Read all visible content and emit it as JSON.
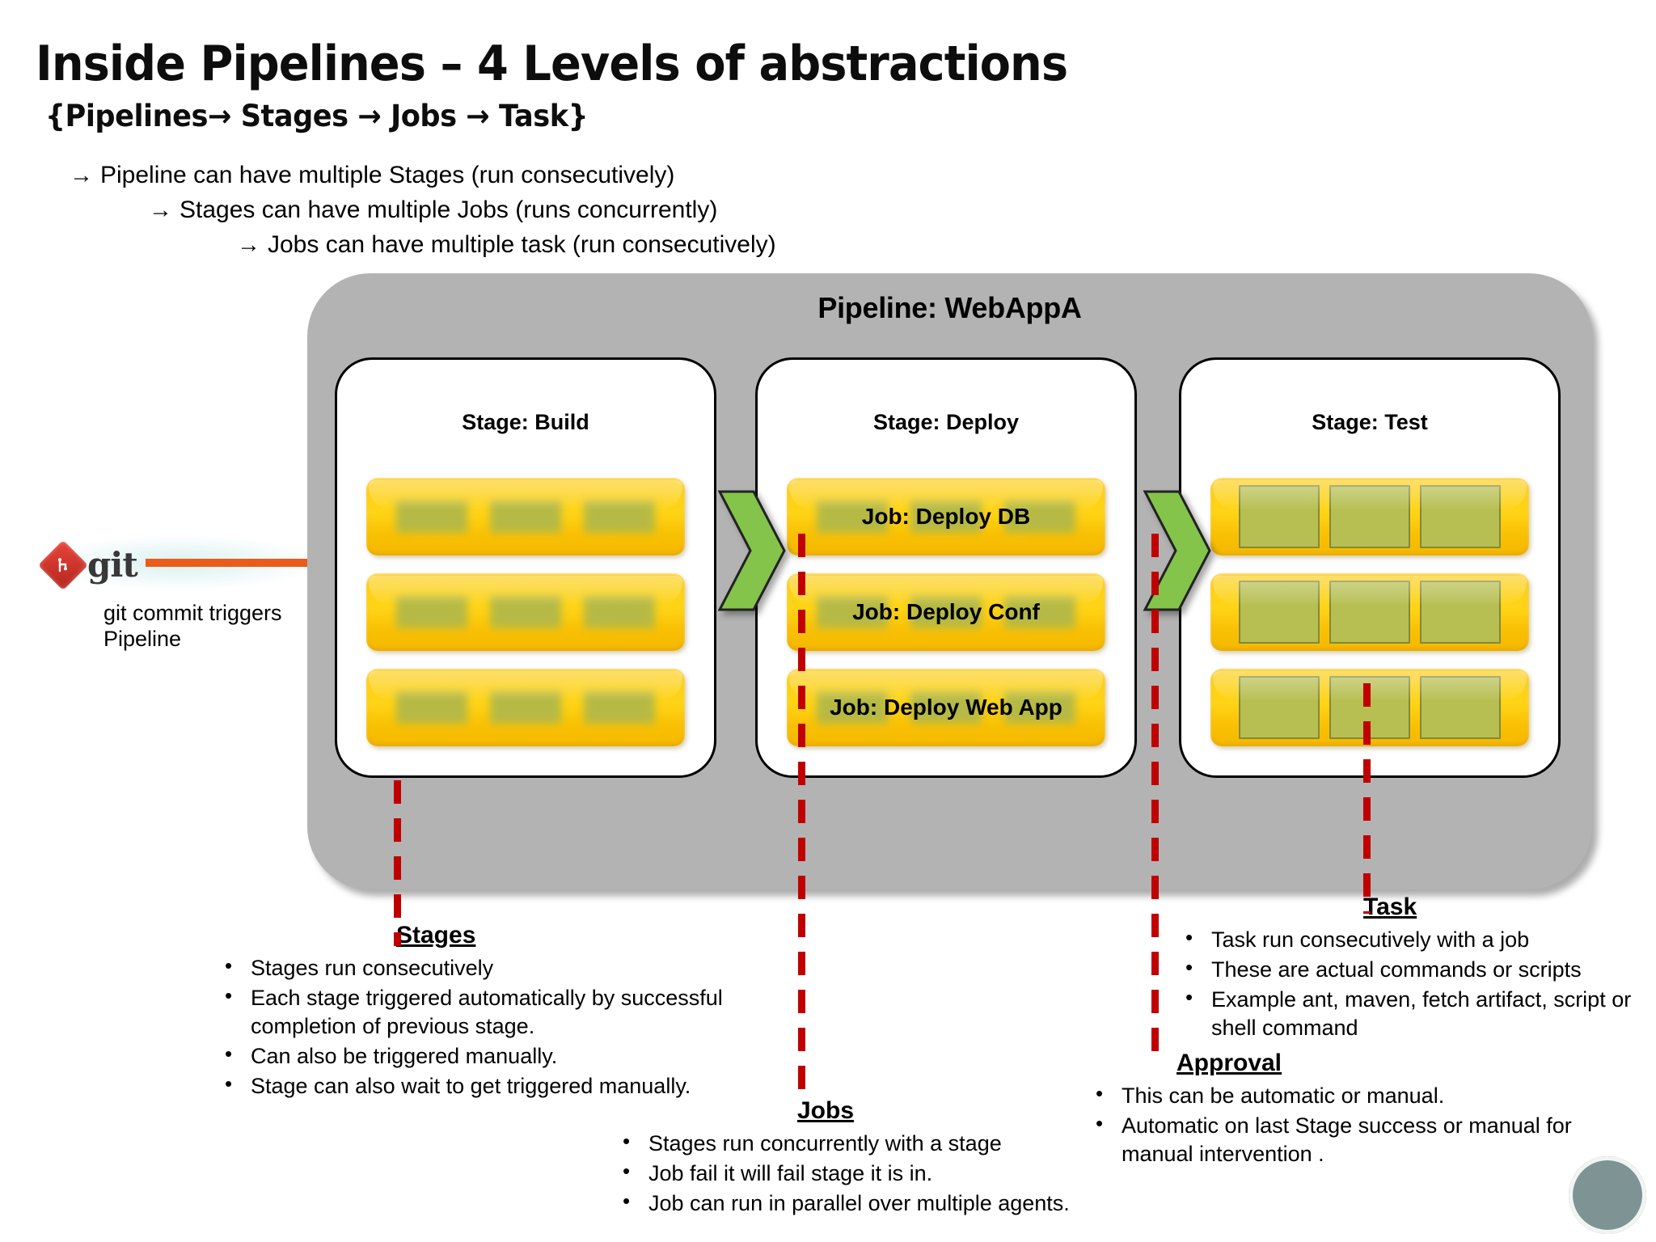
{
  "title": {
    "main": "Inside Pipelines – 4 Levels of abstractions",
    "sub": "{Pipelines→ Stages → Jobs → Task}"
  },
  "intro_lines": [
    {
      "arrow": "→",
      "text": "Pipeline can have multiple Stages (run consecutively)"
    },
    {
      "arrow": "→",
      "text": "Stages can have multiple Jobs (runs concurrently)"
    },
    {
      "arrow": "→",
      "text": "Jobs can have multiple task (run consecutively)"
    }
  ],
  "pipeline": {
    "title": "Pipeline: WebAppA",
    "stages": [
      {
        "title": "Stage: Build",
        "jobs": [
          {
            "label": "",
            "tasks": 3
          },
          {
            "label": "",
            "tasks": 3
          },
          {
            "label": "",
            "tasks": 3
          }
        ]
      },
      {
        "title": "Stage: Deploy",
        "jobs": [
          {
            "label": "Job: Deploy DB",
            "tasks": 3
          },
          {
            "label": "Job: Deploy Conf",
            "tasks": 3
          },
          {
            "label": "Job: Deploy Web App",
            "tasks": 3
          }
        ]
      },
      {
        "title": "Stage: Test",
        "jobs": [
          {
            "label": "",
            "tasks": 3
          },
          {
            "label": "",
            "tasks": 3
          },
          {
            "label": "",
            "tasks": 3
          }
        ]
      }
    ]
  },
  "source": {
    "logo_word": "git",
    "caption": "git commit triggers\nPipeline"
  },
  "annotations": {
    "stages": {
      "title": "Stages",
      "bullets": [
        "Stages run consecutively",
        "Each stage triggered automatically by successful completion of previous stage.",
        "Can also be triggered manually.",
        "Stage can also wait to get triggered manually."
      ]
    },
    "jobs": {
      "title": "Jobs",
      "bullets": [
        "Stages run concurrently with a stage",
        "Job fail it will fail stage it is in.",
        "Job can run in parallel over multiple agents."
      ]
    },
    "task": {
      "title": "Task",
      "bullets": [
        "Task run consecutively with a job",
        "These are actual commands or scripts",
        "Example ant, maven, fetch artifact, script or shell command"
      ]
    },
    "approval": {
      "title": "Approval",
      "bullets": [
        "This can be automatic or manual.",
        "Automatic on last Stage success or manual for manual intervention ."
      ]
    }
  },
  "colors": {
    "container_gray": "#b3b3b3",
    "job_yellow": "#ffd416",
    "task_olive": "#b7bf52",
    "chevron_green": "#84c44a",
    "dash_red": "#c00000",
    "git_red": "#d8382e",
    "arrow_orange": "#ea5c19",
    "watermark": "#5f7a7a"
  }
}
